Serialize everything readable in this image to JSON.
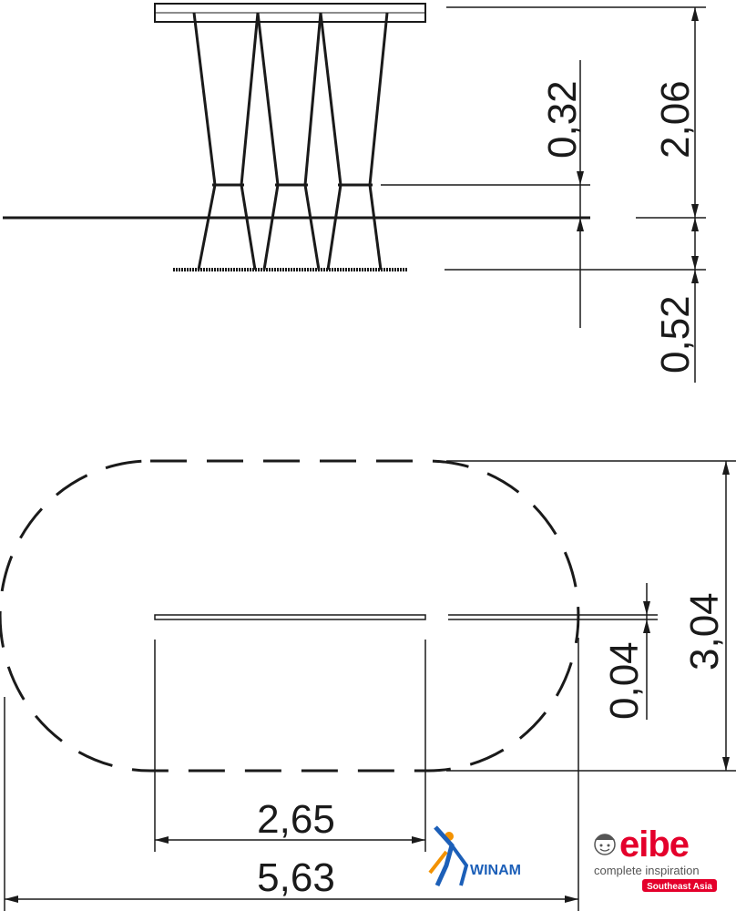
{
  "elevation": {
    "dim_top_gap": "0,32",
    "dim_total_height": "2,06",
    "dim_foundation": "0,52"
  },
  "plan": {
    "dim_depth": "3,04",
    "dim_beam_width": "0,04",
    "dim_inner_length": "2,65",
    "dim_total_length": "5,63"
  },
  "logos": {
    "winam": {
      "name": "WINAM"
    },
    "eibe": {
      "name": "eibe",
      "tagline": "complete inspiration",
      "region": "Southeast Asia",
      "brand_color": "#e4002b"
    }
  },
  "colors": {
    "line": "#1a1a1a",
    "background": "#ffffff",
    "winam_blue": "#1c5fb8",
    "winam_orange": "#f39200"
  }
}
